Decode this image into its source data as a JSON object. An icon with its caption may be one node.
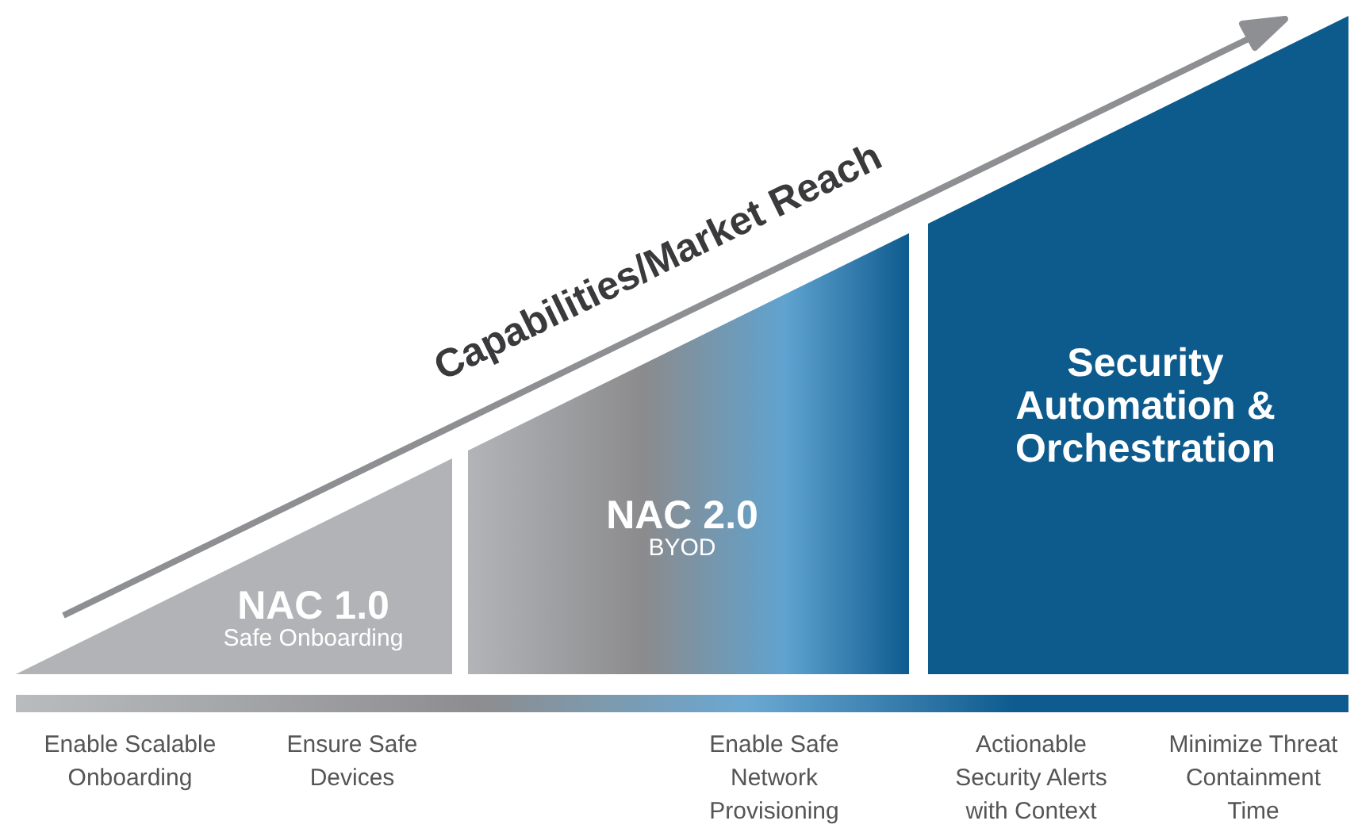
{
  "diagram": {
    "nodes": [
      {
        "text": [
          "NAC 1.0",
          "Safe Onboarding"
        ]
      },
      {
        "text": [
          "NAC 2.0",
          "BYOD"
        ]
      },
      {
        "text": [
          "Security Automation & Orchestration"
        ]
      }
    ],
    "labels": [
      "Capabilities/Market Reach",
      "Enable Scalable Onboarding",
      "Ensure Safe Devices",
      "Enable Safe Network Provisioning",
      "Actionable Security Alerts with Context",
      "Minimize Threat Containment Time"
    ]
  }
}
